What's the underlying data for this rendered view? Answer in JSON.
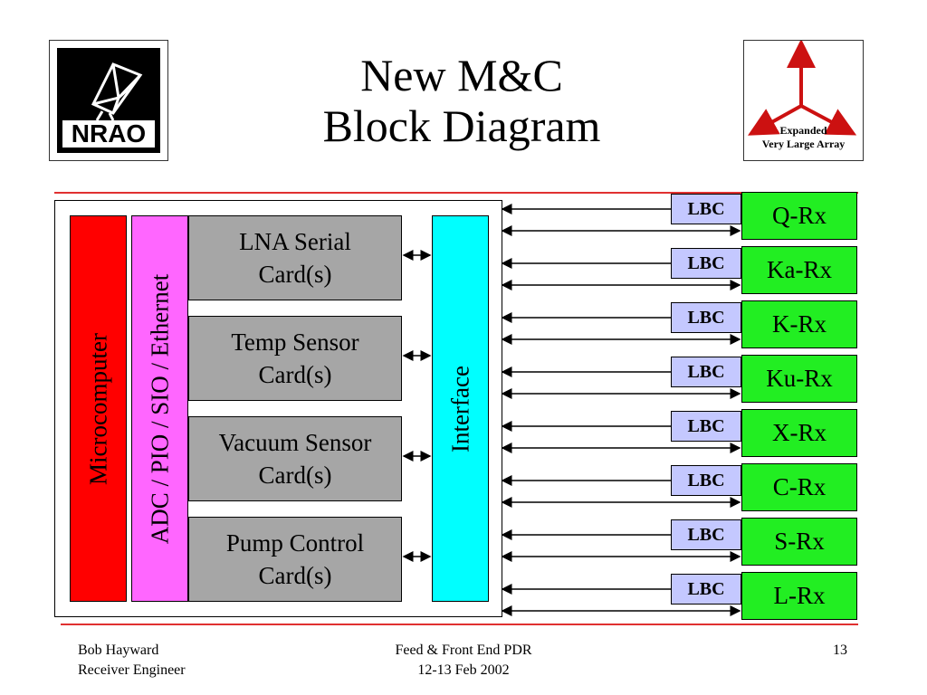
{
  "header": {
    "title_line1": "New M&C",
    "title_line2": "Block Diagram",
    "left_logo_text": "NRAO",
    "right_logo_lines": [
      "Expanded",
      "Very Large Array"
    ]
  },
  "diagram": {
    "microcomputer": "Microcomputer",
    "adc_bus": "ADC / PIO / SIO / Ethernet",
    "interface": "Interface",
    "cards": [
      {
        "line1": "LNA Serial",
        "line2": "Card(s)"
      },
      {
        "line1": "Temp Sensor",
        "line2": "Card(s)"
      },
      {
        "line1": "Vacuum Sensor",
        "line2": "Card(s)"
      },
      {
        "line1": "Pump Control",
        "line2": "Card(s)"
      }
    ],
    "receivers": [
      {
        "lbc": "LBC",
        "name": "Q-Rx"
      },
      {
        "lbc": "LBC",
        "name": "Ka-Rx"
      },
      {
        "lbc": "LBC",
        "name": "K-Rx"
      },
      {
        "lbc": "LBC",
        "name": "Ku-Rx"
      },
      {
        "lbc": "LBC",
        "name": "X-Rx"
      },
      {
        "lbc": "LBC",
        "name": "C-Rx"
      },
      {
        "lbc": "LBC",
        "name": "S-Rx"
      },
      {
        "lbc": "LBC",
        "name": "L-Rx"
      }
    ],
    "colors": {
      "microcomputer": "#ff0000",
      "adc_bus": "#ff66ff",
      "interface": "#00ffff",
      "card": "#a6a6a6",
      "lbc": "#c4c8ff",
      "receiver": "#22ee22",
      "rule": "#e03030"
    }
  },
  "footer": {
    "author": "Bob Hayward",
    "role": "Receiver Engineer",
    "event": "Feed & Front End PDR",
    "dates": "12-13 Feb 2002",
    "page": "13"
  }
}
